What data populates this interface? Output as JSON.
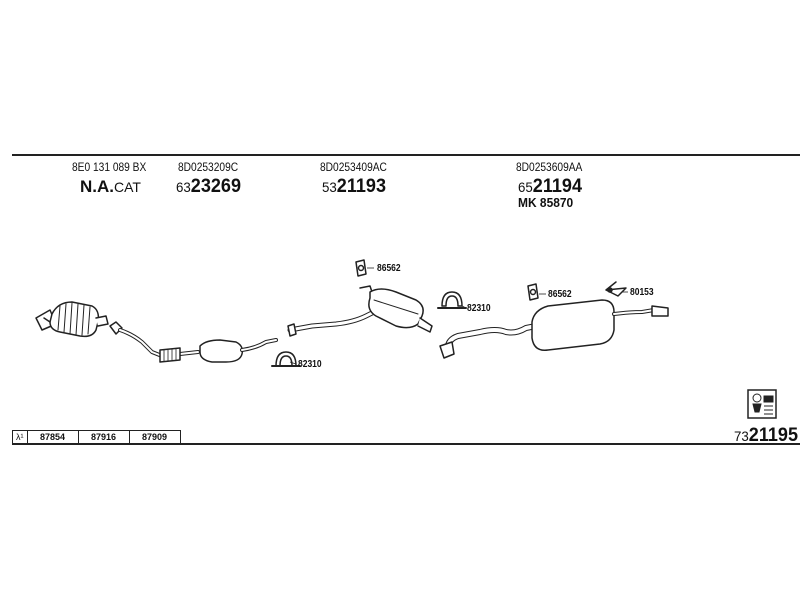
{
  "columns": [
    {
      "oem": "8E0 131 089 BX",
      "part_main": "N.A.",
      "part_suffix": "CAT"
    },
    {
      "oem": "8D0253209C",
      "part_prefix": "63",
      "part_main": "23269"
    },
    {
      "oem": "8D0253409AC",
      "part_prefix": "53",
      "part_main": "21193"
    },
    {
      "oem": "8D0253609AA",
      "part_prefix": "65",
      "part_main": "21194",
      "mk": "MK 85870"
    }
  ],
  "callouts": [
    "86562",
    "82310",
    "82310",
    "86562",
    "80153"
  ],
  "lambda": {
    "symbol": "λ¹",
    "codes": [
      "87854",
      "87916",
      "87909"
    ]
  },
  "kit_number": {
    "prefix": "73",
    "main": "21195"
  }
}
